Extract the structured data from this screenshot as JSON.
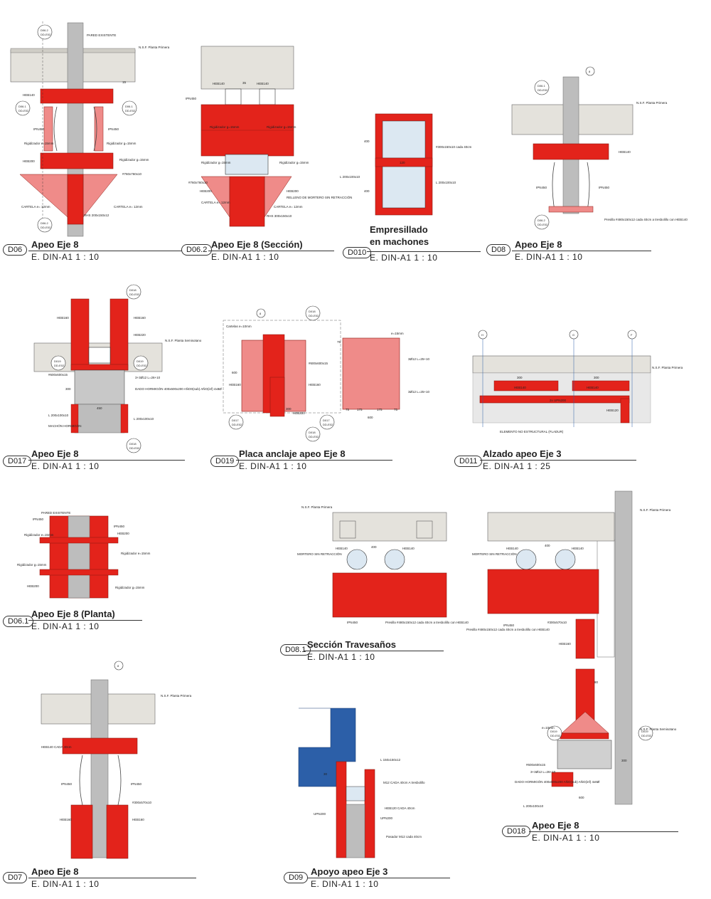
{
  "colors": {
    "steel_red": "#e3231b",
    "slab_gray": "#e4e2dc",
    "wall_gray": "#bdbdbd",
    "mortar_blue": "#dce8f2",
    "plate_pink": "#ef8b89",
    "concrete_blue": "#2c5fa8"
  },
  "drawings": [
    {
      "id": "D06",
      "title": "Apeo Eje 8",
      "scale": "E. DIN-A1   1 : 10",
      "labels": {
        "wall": "PARED EXISTENTE",
        "level": "N.S.F. Planta Primera",
        "beam": "HEB140",
        "ipn_l": "IPN450",
        "ipn_r": "IPN450",
        "stiff_l": "Rigidizador e=15mm",
        "stiff_r": "Rigidizador g=15mm",
        "heb200": "HEB200",
        "stiff_b": "Rigidizador g=15mm",
        "angle": "#760x760x10",
        "cart_l": "CARTELA e= 12mm",
        "cart_r": "CARTELA e= 12mm",
        "rhs": "RHS 200x150x12",
        "dim": "15"
      },
      "bubbles": {
        "top": "D06.2",
        "left": "D06.1",
        "right": "D06.1",
        "bottom": "D06.2",
        "sheet": "DD-E02"
      }
    },
    {
      "id": "D06.2",
      "title": "Apeo Eje 8 (Sección)",
      "scale": "E. DIN-A1   1 : 10",
      "labels": {
        "heb_l": "HEB140",
        "heb_r": "HEB140",
        "ipn": "IPN450",
        "stiff_l": "Rigidizador g=15mm",
        "stiff_r": "Rigidizador g=15mm",
        "stiff_bl": "Rigidizador g=15mm",
        "stiff_br": "Rigidizador g=15mm",
        "plate": "#760x760x10",
        "heb200": "HEB200",
        "heb200r": "HEB200",
        "fill": "RELLENO DE MORTERO SIN RETRACCIÓN",
        "cart_l": "CARTELA e= 12mm",
        "cart_r": "CARTELA e= 12mm",
        "rhs": "RHS 300x150x10",
        "dim": "35"
      }
    },
    {
      "id": "D010",
      "title": "Empresillado",
      "title2": "en machones",
      "scale": "E. DIN-A1   1 : 10",
      "labels": {
        "plate": "#300x150x10 cada 40cm",
        "angle_l": "L 200x100x10",
        "angle_r": "L 200x100x10",
        "d1": "400",
        "d2": "120",
        "d3": "400"
      }
    },
    {
      "id": "D08",
      "title": "Apeo Eje 8",
      "scale": "E. DIN-A1   1 : 10",
      "labels": {
        "level": "N.S.F. Planta Primera",
        "heb": "HEB140",
        "ipn_l": "IPN450",
        "ipn_r": "IPN450",
        "plate": "Presilla #480x150x12 cada 40cm a tresbolillo con HEB140"
      },
      "bubbles": {
        "axis": "8",
        "left": "D06.1",
        "bottom": "D06.2",
        "sheet": "DD-E02"
      }
    },
    {
      "id": "D017",
      "title": "Apeo Eje 8",
      "scale": "E. DIN-A1   1 : 10",
      "labels": {
        "heb_l": "HEB160",
        "heb_r": "HEB160",
        "heb220": "HEB220",
        "level": "N.S.F. Planta Semisotano",
        "plate": "#600x600x15",
        "rebar": "3+3Ø12 L=26+10",
        "dado": "DADO HORMIGÓN 400x600x200 AÑO0(sub) AÑO(inf) 4x8Ø",
        "angle_l": "L 200x100x10",
        "angle_r": "L 200x100x10",
        "machon": "MACHÓN HORMIGÓN",
        "d1": "300",
        "d2": "450"
      },
      "bubbles": {
        "top": "D018",
        "left": "D019",
        "right": "D019",
        "bottom": "D018",
        "sheet": "DD-E02"
      }
    },
    {
      "id": "D019",
      "title": "Placa anclaje apeo Eje 8",
      "scale": "E. DIN-A1   1 : 10",
      "labels": {
        "cartelas": "Cartelas e=10mm",
        "plate": "#600x600x15",
        "heb_l": "HEB160",
        "heb_r": "HEB160",
        "heb220": "HEB220",
        "e": "e=15mm",
        "bolt1": "3Ø12 L=25+10",
        "bolt2": "3Ø12 L=25+10",
        "d600": "600",
        "d300": "300",
        "dims": [
          "75",
          "175",
          "175",
          "75"
        ],
        "d600b": "600",
        "d75": "75"
      },
      "bubbles": {
        "axis": "8",
        "top": "D018",
        "left": "D017",
        "right": "D017",
        "bottom": "D018",
        "sheet": "DD-E02"
      }
    },
    {
      "id": "D011",
      "title": "Alzado apeo Eje 3",
      "scale": "E. DIN-A1   1 : 25",
      "labels": {
        "level": "N.S.F. Planta Primera",
        "beam": "HEB140",
        "beam2": "HEB140",
        "upn": "2x UPN200",
        "heb120": "HEB120",
        "note": "ELEMENTO NO ESTRUCTURAL (FLADUR)",
        "d1": "300",
        "d2": "300"
      },
      "bubbles": {
        "h": "H",
        "g": "G",
        "f": "F"
      }
    },
    {
      "id": "D06.1",
      "title": "Apeo Eje 8 (Planta)",
      "scale": "E. DIN-A1   1 : 10",
      "labels": {
        "wall": "PARED EXISTENTE",
        "ipn_l": "IPN450",
        "ipn_r": "IPN450",
        "heb": "HEB200",
        "stiff1": "Rigidizador e=15mm",
        "stiff2": "Rigidizador e=15mm",
        "stiff3": "Rigidizador g=15mm",
        "stiff4": "Rigidizador g=15mm",
        "heb200": "HEB200"
      }
    },
    {
      "id": "D08.1",
      "title": "Sección Travesaños",
      "scale": "E. DIN-A1   1 : 10",
      "labels": {
        "level": "N.S.F. Planta Primera",
        "heb_l": "HEB140",
        "heb_r": "HEB140",
        "mortar": "MORTERO SIN RETRACCIÓN",
        "ipn": "IPN450",
        "plate": "Presilla #480x150x12 cada 40cm a tresbolillo con HEB140",
        "d": "400"
      }
    },
    {
      "id": "D018",
      "title": "Apeo Eje 8",
      "scale": "E. DIN-A1   1 : 10",
      "labels": {
        "level": "N.S.F. Planta Primera",
        "heb_l": "HEB140",
        "heb_r": "HEB140",
        "mortar": "MORTERO SIN RETRACCIÓN",
        "plate": "Presilla #480x150x12 cada 40cm a tresbolillo con HEB140",
        "ipn": "IPN450",
        "plate2": "#300x570x10",
        "heb160": "HEB160",
        "level2": "N.S.F. Planta Semisotano",
        "e": "e=10mm",
        "plate3": "#600x600x15",
        "rebar": "3+3Ø12 L=26+10",
        "dado": "DADO HORMIGÓN 400x600x200 AÑO(sub) AÑO(inf) 4x8Ø",
        "angle": "L 200x100x10",
        "d400": "400",
        "d600": "600",
        "d300": "300",
        "d80": "80"
      },
      "bubbles": {
        "left": "D019",
        "right": "D019",
        "sheet": "DD-E02"
      }
    },
    {
      "id": "D07",
      "title": "Apeo Eje 8",
      "scale": "E. DIN-A1   1 : 10",
      "labels": {
        "level": "N.S.F. Planta Primera",
        "heb": "HEB140 CADA 40cm",
        "ipn_l": "IPN450",
        "ipn_r": "IPN450",
        "plate": "#300x570x10",
        "heb_l": "HEB160",
        "heb_r": "HEB160"
      },
      "bubbles": {
        "axis": "8"
      }
    },
    {
      "id": "D09",
      "title": "Apoyo apeo Eje 3",
      "scale": "E. DIN-A1   1 : 10",
      "labels": {
        "angle": "L 150x150x12",
        "m12": "M12 CADA 40cm A tresbolillo",
        "heb120": "HEB120 CADA 40cm",
        "upn": "UPN200",
        "upn2": "UPN200",
        "pasador": "Pasador M12 cada 40cm",
        "d": "30"
      }
    }
  ]
}
